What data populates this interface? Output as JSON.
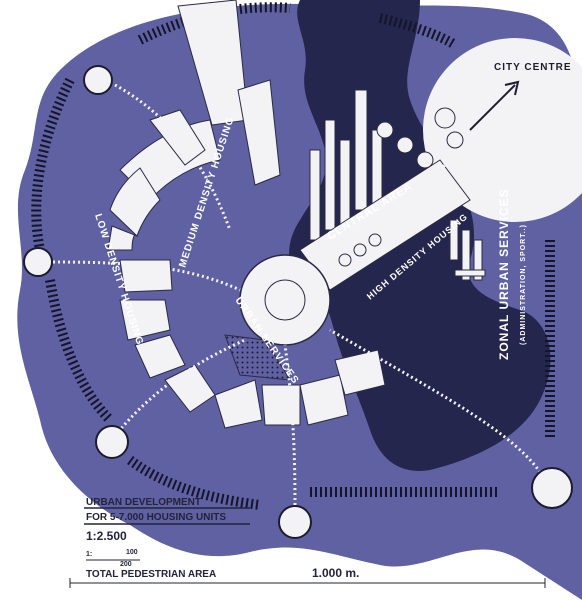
{
  "plan": {
    "labels": {
      "city_centre": "CITY CENTRE",
      "central_area": "CENTRAL AREA",
      "high_density_housing": "HIGH DENSITY HOUSING",
      "medium_density_housing": "MEDIUM DENSITY HOUSING",
      "low_density_housing": "LOW DENSITY HOUSING",
      "urban_services": "URBAN SERVICES",
      "zonal_urban_services": "ZONAL URBAN SERVICES",
      "zonal_sub": "(ADMINISTRATION, SPORT..)"
    }
  },
  "legend": {
    "title_line1": "URBAN DEVELOPMENT",
    "title_line2": "FOR 5-7.000 HOUSING UNITS",
    "scale": "1:2.500",
    "scale_small_1": "1:",
    "scale_small_2": "100",
    "scale_small_3": "200",
    "pedestrian": "TOTAL PEDESTRIAN AREA",
    "distance": "1.000 m."
  },
  "colors": {
    "land": "#5f61a3",
    "land_dark": "#3a3c72",
    "water": "#23234a",
    "building": "#f3f3f6",
    "ink": "#1c1c2e"
  }
}
